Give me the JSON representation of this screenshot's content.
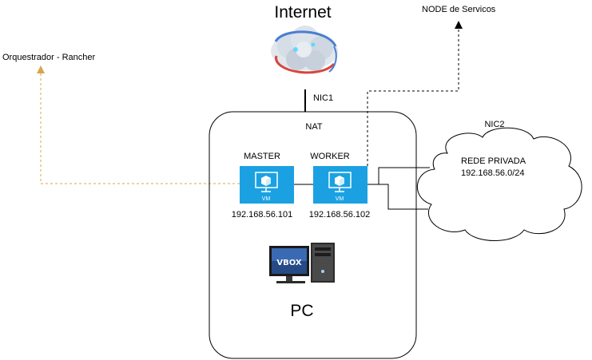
{
  "labels": {
    "internet": "Internet",
    "nic1": "NIC1",
    "nic2": "NIC2",
    "nat": "NAT",
    "node_servicos": "NODE de Servicos",
    "orquestrador": "Orquestrador - Rancher",
    "master": "MASTER",
    "worker": "WORKER",
    "master_ip": "192.168.56.101",
    "worker_ip": "192.168.56.102",
    "rede_privada": "REDE PRIVADA",
    "rede_privada_cidr": "192.168.56.0/24",
    "pc": "PC",
    "vm_master": "VM",
    "vm_worker": "VM",
    "vbox_brand": "VBOX"
  },
  "icons": {
    "internet": "cloud-globe-icon",
    "vm": "virtual-machine-icon",
    "pc": "desktop-computer-icon",
    "private_network": "cloud-shape"
  },
  "colors": {
    "vm_fill": "#1ba1e2",
    "dashed_orange": "#d9a44e",
    "line": "#000000",
    "cloud_globe_blue": "#4a7fd0",
    "cloud_globe_red": "#d8453d"
  }
}
